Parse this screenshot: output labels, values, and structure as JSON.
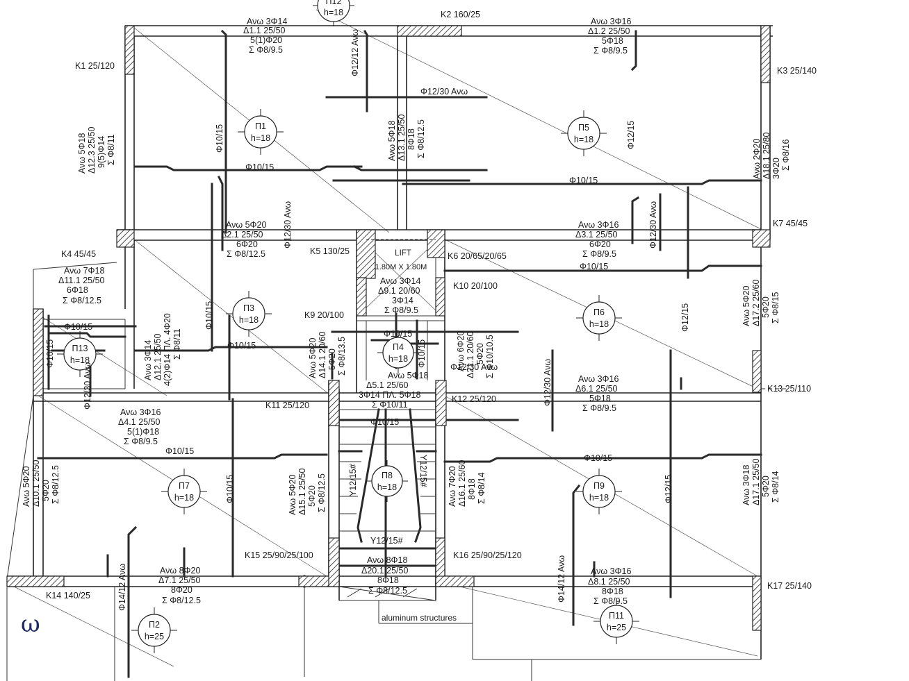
{
  "slabs": [
    {
      "id": "Π12",
      "h": "h=18"
    },
    {
      "id": "Π1",
      "h": "h=18"
    },
    {
      "id": "Π5",
      "h": "h=18"
    },
    {
      "id": "Π3",
      "h": "h=18"
    },
    {
      "id": "Π6",
      "h": "h=18"
    },
    {
      "id": "Π13",
      "h": "h=18"
    },
    {
      "id": "Π4",
      "h": "h=18"
    },
    {
      "id": "Π7",
      "h": "h=18"
    },
    {
      "id": "Π8",
      "h": "h=18"
    },
    {
      "id": "Π9",
      "h": "h=18"
    },
    {
      "id": "Π2",
      "h": "h=25"
    },
    {
      "id": "Π11",
      "h": "h=25"
    }
  ],
  "columns": {
    "K1": "K1  25/120",
    "K2": "K2  160/25",
    "K3": "K3  25/140",
    "K4": "K4  45/45",
    "K5": "K5  130/25",
    "K6": "K6  20/65/20/65",
    "K7": "K7  45/45",
    "K9": "K9  20/100",
    "K10": "K10  20/100",
    "K11": "K11  25/120",
    "K12": "K12  25/120",
    "K13": "K13  25/110",
    "K14": "K14  140/25",
    "K15": "K15  25/90/25/100",
    "K16": "K16  25/90/25/120",
    "K17": "K17  25/140"
  },
  "beams": {
    "d1_1": [
      "Ανω 3Φ14",
      "Δ1.1  25/50",
      "5(1)Φ20",
      "Σ Φ8/9.5"
    ],
    "d1_2": [
      "Ανω 3Φ16",
      "Δ1.2  25/50",
      "5Φ18",
      "Σ Φ8/9.5"
    ],
    "d2_1": [
      "Ανω 5Φ20",
      "Δ2.1  25/50",
      "6Φ20",
      "Σ Φ8/12.5"
    ],
    "d3_1": [
      "Ανω 3Φ16",
      "Δ3.1  25/50",
      "6Φ20",
      "Σ Φ8/9.5"
    ],
    "d11_1": [
      "Ανω 7Φ18",
      "Δ11.1  25/50",
      "6Φ18",
      "Σ Φ8/12.5"
    ],
    "d9_1": [
      "Ανω 3Φ14",
      "Δ9.1  20/60",
      "3Φ14",
      "Σ Φ8/9.5"
    ],
    "d5_1": [
      "Ανω 5Φ18",
      "Δ5.1  25/60",
      "3Φ14 ΠΛ. 5Φ18",
      "Σ Φ10/11"
    ],
    "d6_1": [
      "Ανω 3Φ16",
      "Δ6.1  25/50",
      "5Φ18",
      "Σ Φ8/9.5"
    ],
    "d4_1": [
      "Ανω 3Φ16",
      "Δ4.1  25/50",
      "5(1)Φ18",
      "Σ Φ8/9.5"
    ],
    "d7_1": [
      "Ανω 8Φ20",
      "Δ7.1  25/50",
      "8Φ20",
      "Σ Φ8/12.5"
    ],
    "d20_1": [
      "Ανω 8Φ18",
      "Δ20.1  25/50",
      "8Φ18",
      "Σ Φ8/12.5"
    ],
    "d8_1": [
      "Ανω 3Φ16",
      "Δ8.1  25/50",
      "8Φ18",
      "Σ Φ8/9.5"
    ],
    "d12_3": [
      "Ανω 5Φ18",
      "Δ12.3  25/50",
      "9(5)Φ14",
      "Σ Φ8/11"
    ],
    "d13_1": [
      "Ανω 5Φ18",
      "Δ13.1  25/50",
      "8Φ18",
      "Σ Φ8/12.5"
    ],
    "d18_1": [
      "Ανω 2Φ20",
      "Δ18.1  25/80",
      "3Φ20",
      "Σ Φ8/16"
    ],
    "d17_2": [
      "Ανω 5Φ20",
      "Δ17.2  25/60",
      "5Φ20",
      "Σ Φ8/15"
    ],
    "d12_1": [
      "Ανω 3Φ14",
      "Δ12.1  25/50",
      "4(2)Φ14 ΠΛ. 4Φ20",
      "Σ Φ8/11"
    ],
    "d14_1": [
      "Ανω 5Φ20",
      "Δ14.1  20/60",
      "5Φ20",
      "Σ Φ8/13.5"
    ],
    "d21_1": [
      "Ανω 6Φ20",
      "Δ21.1  20/60",
      "5Φ20",
      "Σ Φ10/10.5"
    ],
    "d10_1": [
      "Ανω 5Φ20",
      "Δ10.1  25/50",
      "5Φ20",
      "Σ Φ8/12.5"
    ],
    "d15_1": [
      "Ανω 5Φ20",
      "Δ15.1  25/50",
      "5Φ20",
      "Σ Φ8/12.5"
    ],
    "d16_1": [
      "Ανω 7Φ20",
      "Δ16.1  25/60",
      "8Φ18",
      "Σ Φ8/14"
    ],
    "d17_1": [
      "Ανω 3Φ18",
      "Δ17.1  25/50",
      "5Φ20",
      "Σ Φ8/14"
    ]
  },
  "rebars": {
    "r_top1": "Φ12/12 Ανω",
    "r_top2": "Φ12/30 Ανω",
    "r_p1_v": "Φ10/15",
    "r_p1_h": "Φ10/15",
    "r_p5_v": "Φ12/15",
    "r_p5_h": "Φ10/15",
    "r_mid_a": "Φ12/30 Ανω",
    "r_mid_b": "Φ12/30 Ανω",
    "r_p6_h": "Φ10/15",
    "r_p6_v": "Φ12/15",
    "r_p3_v": "Φ10/15",
    "r_p3_h": "Φ10/15",
    "r_p13_h": "Φ10/15",
    "r_p13_v": "Φ10/15",
    "r_p13_top": "Φ12/30 Ανω",
    "r_p4_h": "Φ10/15",
    "r_p4_v": "Φ10/15",
    "r_p4_top": "Φ12/30 Ανω",
    "r_p6_top": "Φ12/30 Ανω",
    "r_stair_h": "Φ10/15",
    "r_p7_h": "Φ10/15",
    "r_p7_v": "Φ10/15",
    "r_p9_h": "Φ10/15",
    "r_p9_v": "Φ12/15",
    "r_stair_y1": "Y12/15#",
    "r_stair_y2": "Y12/15#",
    "r_stair_y3": "Y12/15#",
    "r_p2_top": "Φ14/12 Ανω",
    "r_p11_top": "Φ14/12 Ανω"
  },
  "lift": {
    "label": "LIFT",
    "size": "1.80M X 1.80M"
  },
  "aluminum_note": "aluminum structures",
  "margin_glyph": "ω",
  "colors": {
    "ink": "#222222",
    "paper": "#ffffff"
  }
}
